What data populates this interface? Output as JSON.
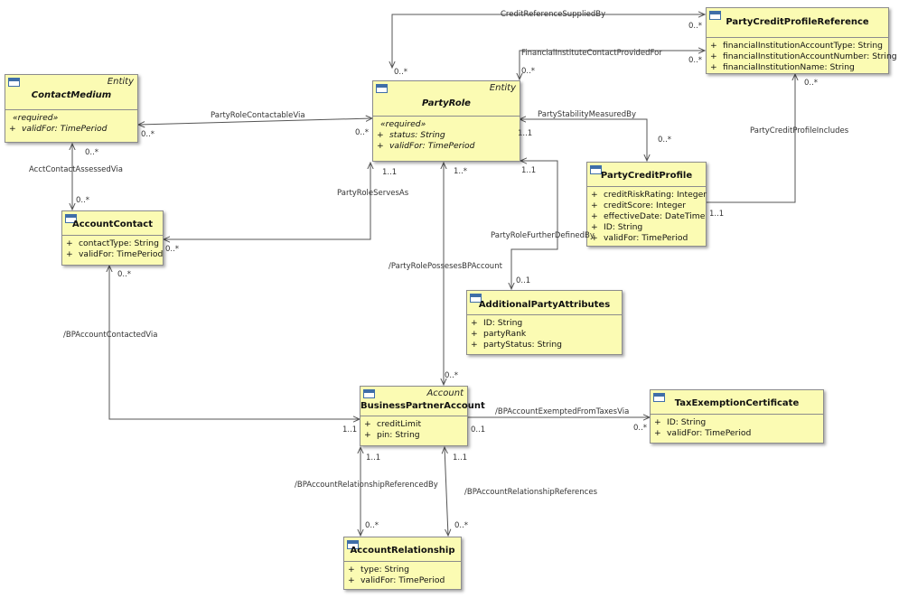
{
  "classes": {
    "party_credit_profile_reference": {
      "name": "PartyCreditProfileReference",
      "attrs": [
        {
          "vis": "+",
          "text": "financialInstitutionAccountType: String"
        },
        {
          "vis": "+",
          "text": "financialInstitutionAccountNumber: String"
        },
        {
          "vis": "+",
          "text": "financialInstitutionName: String"
        }
      ]
    },
    "contact_medium": {
      "stereotype": "Entity",
      "name": "ContactMedium",
      "required": "«required»",
      "attrs": [
        {
          "vis": "+",
          "text": "validFor: TimePeriod"
        }
      ]
    },
    "party_role": {
      "stereotype": "Entity",
      "name": "PartyRole",
      "required": "«required»",
      "attrs": [
        {
          "vis": "+",
          "text": "status: String"
        },
        {
          "vis": "+",
          "text": "validFor: TimePeriod"
        }
      ]
    },
    "party_credit_profile": {
      "name": "PartyCreditProfile",
      "attrs": [
        {
          "vis": "+",
          "text": "creditRiskRating: Integer"
        },
        {
          "vis": "+",
          "text": "creditScore: Integer"
        },
        {
          "vis": "+",
          "text": "effectiveDate: DateTime"
        },
        {
          "vis": "+",
          "text": "ID: String"
        },
        {
          "vis": "+",
          "text": "validFor: TimePeriod"
        }
      ]
    },
    "account_contact": {
      "name": "AccountContact",
      "attrs": [
        {
          "vis": "+",
          "text": "contactType: String"
        },
        {
          "vis": "+",
          "text": "validFor: TimePeriod"
        }
      ]
    },
    "additional_party_attributes": {
      "name": "AdditionalPartyAttributes",
      "attrs": [
        {
          "vis": "+",
          "text": "ID: String"
        },
        {
          "vis": "+",
          "text": "partyRank"
        },
        {
          "vis": "+",
          "text": "partyStatus: String"
        }
      ]
    },
    "business_partner_account": {
      "stereotype": "Account",
      "name": "BusinessPartnerAccount",
      "attrs": [
        {
          "vis": "+",
          "text": "creditLimit"
        },
        {
          "vis": "+",
          "text": "pin: String"
        }
      ]
    },
    "tax_exemption_certificate": {
      "name": "TaxExemptionCertificate",
      "attrs": [
        {
          "vis": "+",
          "text": "ID: String"
        },
        {
          "vis": "+",
          "text": "validFor: TimePeriod"
        }
      ]
    },
    "account_relationship": {
      "name": "AccountRelationship",
      "attrs": [
        {
          "vis": "+",
          "text": "type: String"
        },
        {
          "vis": "+",
          "text": "validFor: TimePeriod"
        }
      ]
    }
  },
  "associations": {
    "credit_reference_supplied_by": "CreditReferenceSuppliedBy",
    "financial_institute_contact_provided_for": "FinancialInstituteContactProvidedFor",
    "party_role_contactable_via": "PartyRoleContactableVia",
    "party_stability_measured_by": "PartyStabilityMeasuredBy",
    "party_credit_profile_includes": "PartyCreditProfileIncludes",
    "acct_contact_assessed_via": "AcctContactAssessedVia",
    "party_role_serves_as": "PartyRoleServesAs",
    "party_role_further_defined_by": "PartyRoleFurtherDefinedBy",
    "party_role_posseses_bp_account": "/PartyRolePossesesBPAccount",
    "bp_account_contacted_via": "/BPAccountContactedVia",
    "bp_account_exempted_from_taxes_via": "/BPAccountExemptedFromTaxesVia",
    "bp_account_relationship_referenced_by": "/BPAccountRelationshipReferencedBy",
    "bp_account_relationship_references": "/BPAccountRelationshipReferences"
  },
  "multiplicities": {
    "crs_role": "0..*",
    "crs_pcpr": "0..*",
    "fic_role": "0..*",
    "fic_pcpr": "0..*",
    "pcpr_includes": "0..*",
    "pcp_includes": "1..1",
    "cm_contactable": "0..*",
    "role_contactable": "0..*",
    "role_stability": "1..1",
    "pcp_stability": "0..*",
    "cm_assessed": "0..*",
    "ac_assessed": "0..*",
    "role_serves": "1..1",
    "ac_serves": "0..*",
    "role_further": "1..1",
    "apa_further": "0..1",
    "role_posseses": "1..*",
    "bpa_posseses": "0..*",
    "ac_contacted": "0..*",
    "bpa_contacted": "1..1",
    "bpa_tax": "0..1",
    "tec_tax": "0..*",
    "bpa_ref_by": "1..1",
    "bpa_refs": "1..1",
    "ar_ref_by": "0..*",
    "ar_refs": "0..*"
  }
}
